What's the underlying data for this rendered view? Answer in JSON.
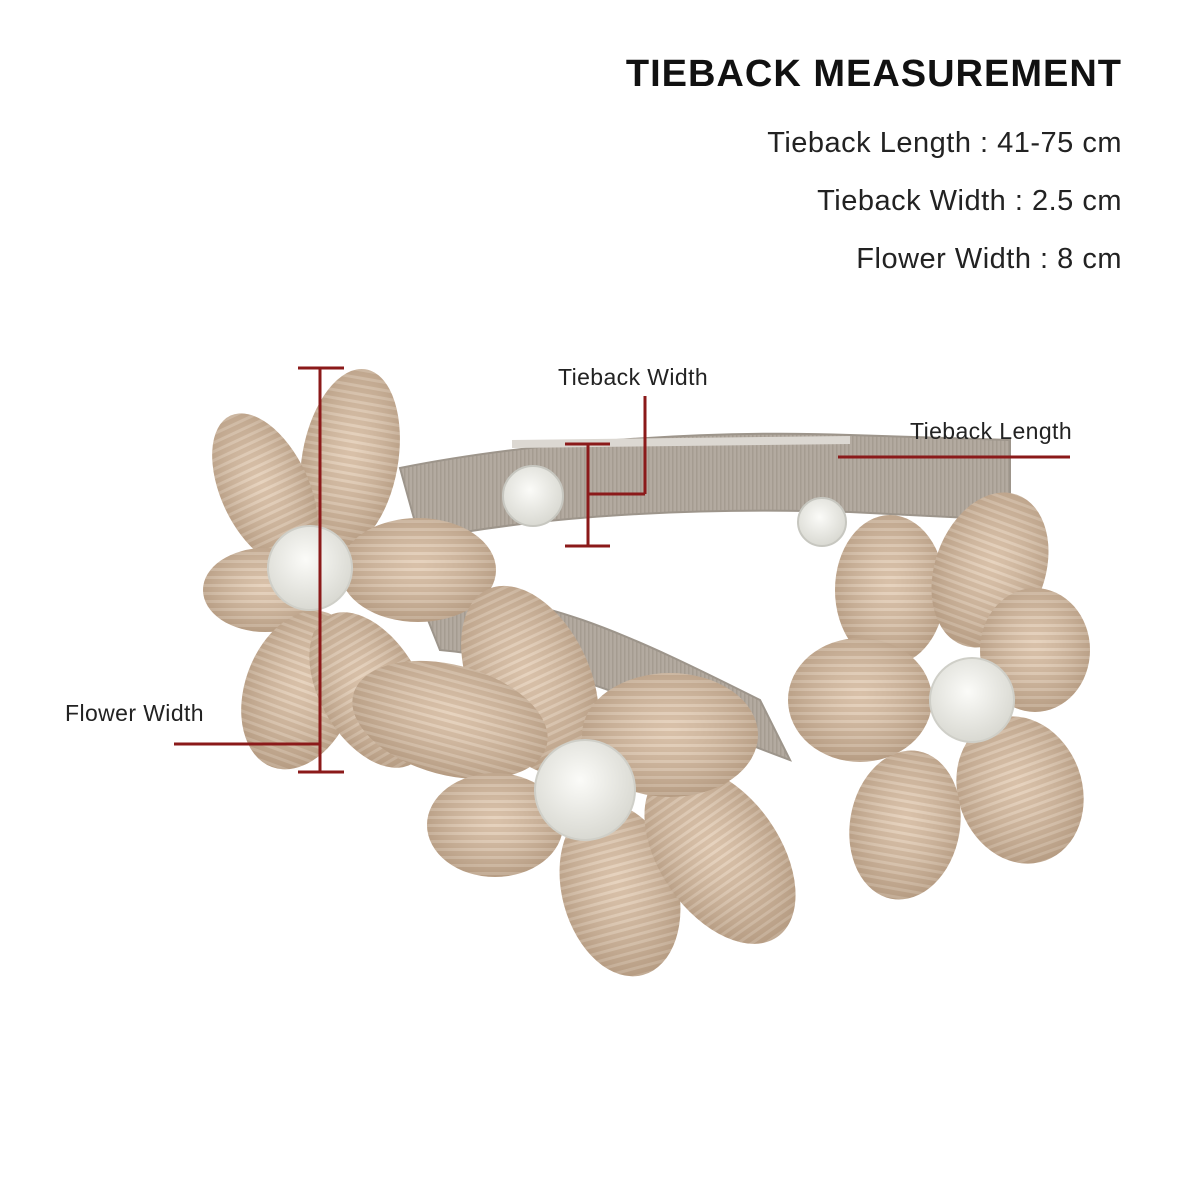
{
  "specs": {
    "title": "TIEBACK MEASUREMENT",
    "lines": [
      "Tieback Length : 41-75 cm",
      "Tieback Width : 2.5 cm",
      "Flower Width : 8 cm"
    ]
  },
  "callouts": {
    "tieback_width": "Tieback Width",
    "tieback_length": "Tieback Length",
    "flower_width": "Flower Width"
  },
  "colors": {
    "petal": "#d2b69a",
    "petal_dark": "#b8977a",
    "petal_stripe": "#e8d6c2",
    "band": "#b3aaa0",
    "center": "#eeeeea",
    "measure_line": "#8b1a1a"
  }
}
